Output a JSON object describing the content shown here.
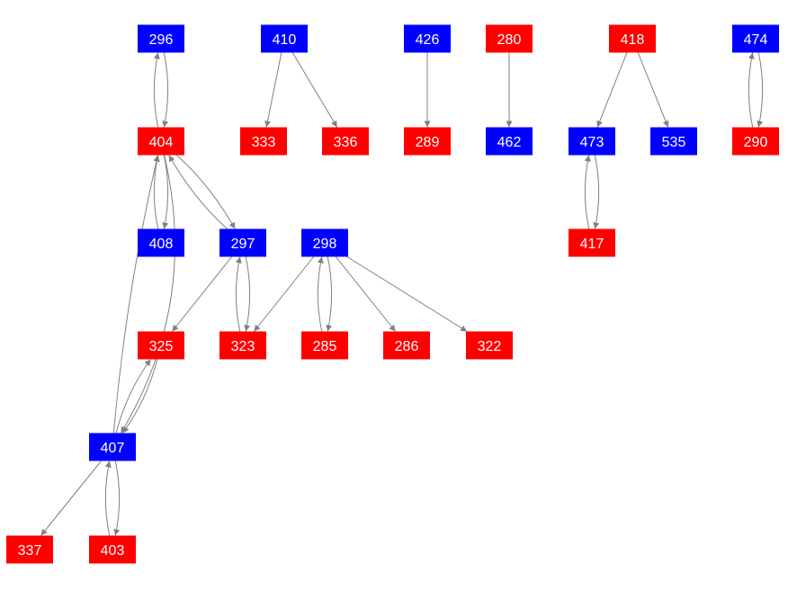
{
  "colors": {
    "red": "#ff0000",
    "blue": "#0000ff",
    "edge": "#808080"
  },
  "nodes": [
    {
      "id": "296",
      "color": "blue"
    },
    {
      "id": "410",
      "color": "blue"
    },
    {
      "id": "426",
      "color": "blue"
    },
    {
      "id": "280",
      "color": "red"
    },
    {
      "id": "418",
      "color": "red"
    },
    {
      "id": "474",
      "color": "blue"
    },
    {
      "id": "404",
      "color": "red"
    },
    {
      "id": "333",
      "color": "red"
    },
    {
      "id": "336",
      "color": "red"
    },
    {
      "id": "289",
      "color": "red"
    },
    {
      "id": "462",
      "color": "blue"
    },
    {
      "id": "473",
      "color": "blue"
    },
    {
      "id": "535",
      "color": "blue"
    },
    {
      "id": "290",
      "color": "red"
    },
    {
      "id": "408",
      "color": "blue"
    },
    {
      "id": "297",
      "color": "blue"
    },
    {
      "id": "298",
      "color": "blue"
    },
    {
      "id": "417",
      "color": "red"
    },
    {
      "id": "325",
      "color": "red"
    },
    {
      "id": "323",
      "color": "red"
    },
    {
      "id": "285",
      "color": "red"
    },
    {
      "id": "286",
      "color": "red"
    },
    {
      "id": "322",
      "color": "red"
    },
    {
      "id": "407",
      "color": "blue"
    },
    {
      "id": "337",
      "color": "red"
    },
    {
      "id": "403",
      "color": "red"
    }
  ],
  "edges": [
    [
      "296",
      "404"
    ],
    [
      "404",
      "296"
    ],
    [
      "410",
      "333"
    ],
    [
      "410",
      "336"
    ],
    [
      "426",
      "289"
    ],
    [
      "280",
      "462"
    ],
    [
      "418",
      "473"
    ],
    [
      "418",
      "535"
    ],
    [
      "474",
      "290"
    ],
    [
      "290",
      "474"
    ],
    [
      "473",
      "417"
    ],
    [
      "417",
      "473"
    ],
    [
      "404",
      "408"
    ],
    [
      "408",
      "404"
    ],
    [
      "404",
      "297"
    ],
    [
      "297",
      "404"
    ],
    [
      "404",
      "407"
    ],
    [
      "407",
      "404"
    ],
    [
      "297",
      "325"
    ],
    [
      "297",
      "323"
    ],
    [
      "323",
      "297"
    ],
    [
      "298",
      "323"
    ],
    [
      "298",
      "285"
    ],
    [
      "285",
      "298"
    ],
    [
      "298",
      "286"
    ],
    [
      "298",
      "322"
    ],
    [
      "325",
      "407"
    ],
    [
      "407",
      "325"
    ],
    [
      "407",
      "337"
    ],
    [
      "407",
      "403"
    ],
    [
      "403",
      "407"
    ]
  ]
}
